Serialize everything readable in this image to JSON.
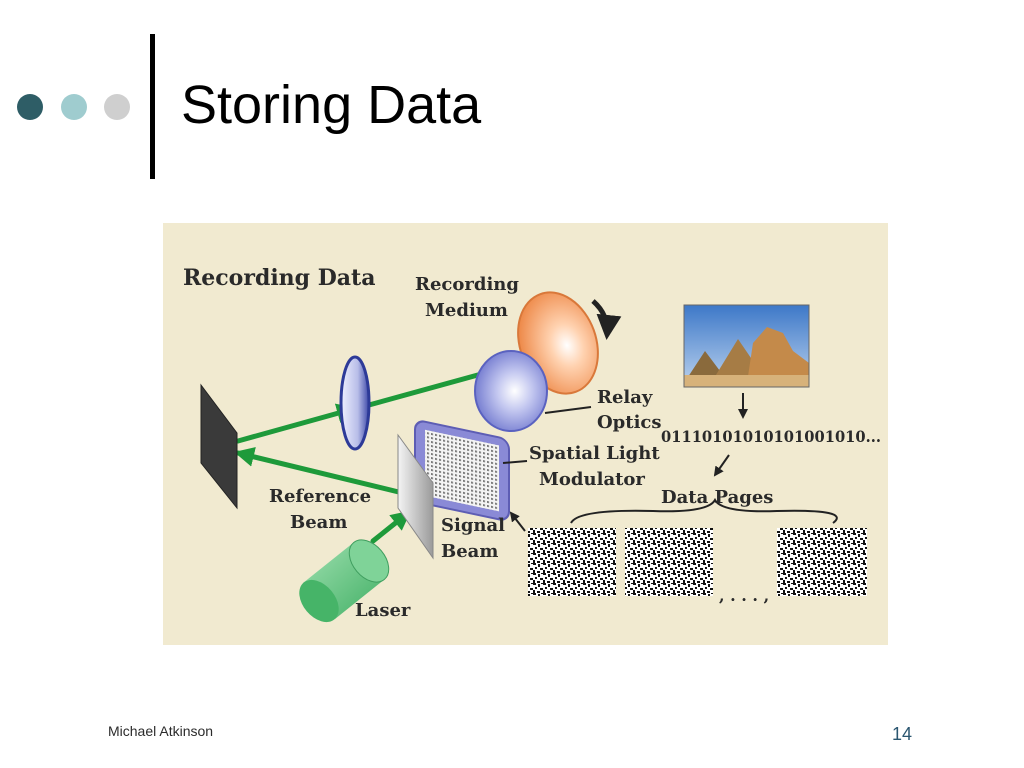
{
  "slide": {
    "title": "Storing Data",
    "footer": "Michael Atkinson",
    "page_number": "14"
  },
  "colors": {
    "dot_dark": "#2e5d66",
    "dot_mid": "#9fcccf",
    "dot_light": "#cfcfcf",
    "figure_bg": "#f1ead0",
    "beam": "#1e9a3a"
  },
  "figure": {
    "heading": "Recording Data",
    "labels": {
      "recording_medium_1": "Recording",
      "recording_medium_2": "Medium",
      "relay_optics_1": "Relay",
      "relay_optics_2": "Optics",
      "binary": "01110101010101001010...",
      "slm_1": "Spatial Light",
      "slm_2": "Modulator",
      "data_pages": "Data Pages",
      "reference_beam_1": "Reference",
      "reference_beam_2": "Beam",
      "signal_beam_1": "Signal",
      "signal_beam_2": "Beam",
      "laser": "Laser",
      "ellipsis": ", . . . ,"
    }
  }
}
